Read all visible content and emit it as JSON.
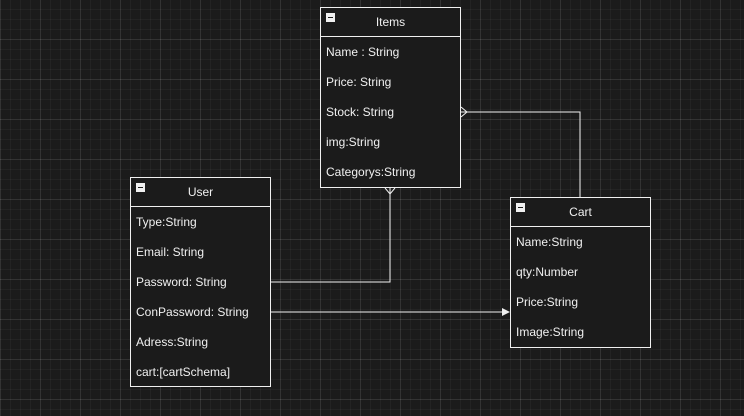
{
  "entities": {
    "items": {
      "title": "Items",
      "fields": [
        "Name : String",
        "Price: String",
        "Stock: String",
        "img:String",
        "Categorys:String"
      ]
    },
    "user": {
      "title": "User",
      "fields": [
        "Type:String",
        "Email: String",
        "Password: String",
        "ConPassword: String",
        "Adress:String",
        "cart:[cartSchema]"
      ]
    },
    "cart": {
      "title": "Cart",
      "fields": [
        "Name:String",
        "qty:Number",
        "Price:String",
        "Image:String"
      ]
    }
  },
  "colors": {
    "background": "#1b1b1b",
    "stroke": "#f0f0f0",
    "text": "#f0f0f0"
  },
  "icons": {
    "collapse": "minus-square-icon"
  }
}
